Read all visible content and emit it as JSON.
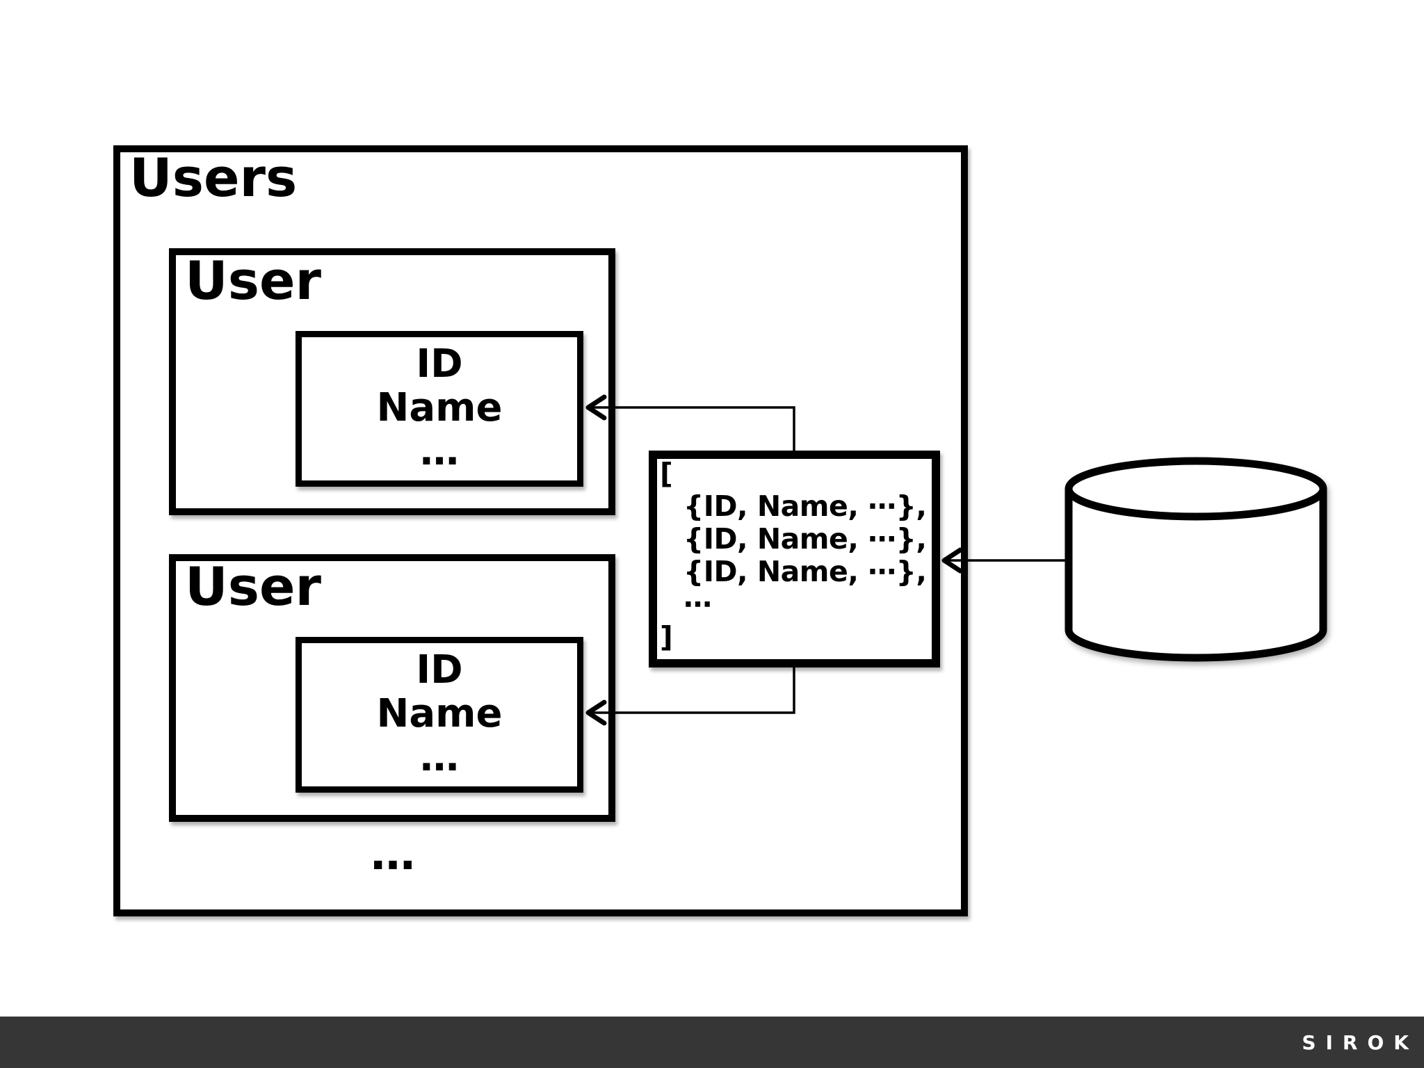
{
  "diagram": {
    "users_container": {
      "title": "Users"
    },
    "user_cards": [
      {
        "title": "User",
        "record_lines": [
          "ID",
          "Name",
          "…"
        ]
      },
      {
        "title": "User",
        "record_lines": [
          "ID",
          "Name",
          "…"
        ]
      }
    ],
    "more_users_ellipsis": "…",
    "json_payload": {
      "lines": [
        "[",
        "{ID, Name, ⋯},",
        "{ID, Name, ⋯},",
        "{ID, Name, ⋯},",
        "⋯",
        "]"
      ]
    },
    "database_icon": "database-cylinder-icon",
    "colors": {
      "stroke": "#000000",
      "background": "#ffffff",
      "footer_bg": "#363636",
      "footer_text": "#ffffff"
    }
  },
  "footer": {
    "brand": "SIROK"
  }
}
